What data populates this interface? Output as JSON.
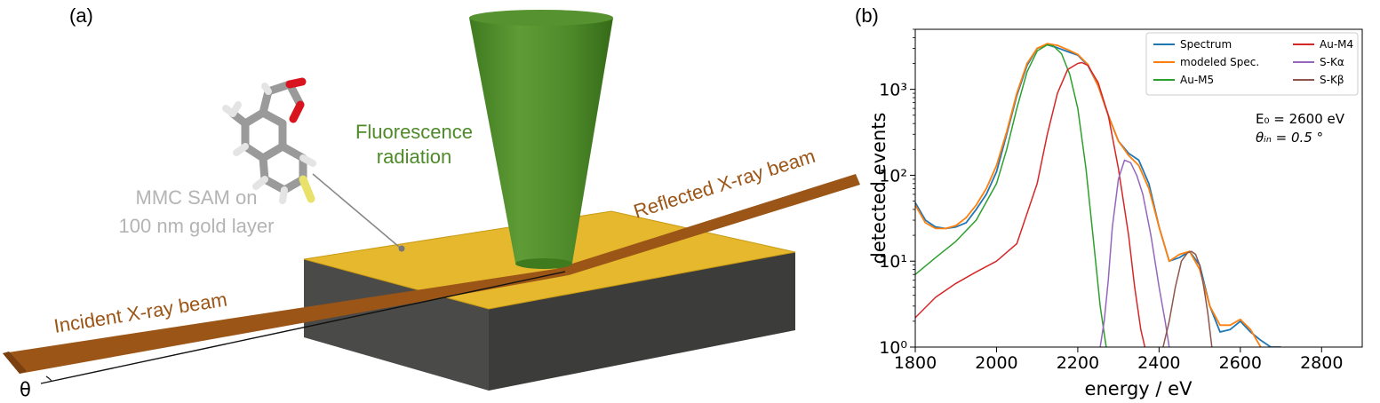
{
  "panel_a": {
    "label": "(a)",
    "fluorescence_line1": "Fluorescence",
    "fluorescence_line2": "radiation",
    "sample_line1": "MMC SAM on",
    "sample_line2": "100 nm gold layer",
    "reflected_beam": "Reflected X-ray beam",
    "incident_beam": "Incident X-ray beam",
    "angle_symbol": "θ",
    "colors": {
      "cone": "#4e8a2a",
      "beam": "#9b5516",
      "gold": "#e6b82e",
      "block": "#4a4a48"
    }
  },
  "panel_b": {
    "label": "(b)",
    "annotation_line1": "E₀ = 2600 eV",
    "annotation_line2": "θᵢₙ = 0.5 °"
  },
  "chart_data": {
    "type": "line",
    "xlabel": "energy / eV",
    "ylabel": "detected events",
    "xlim": [
      1800,
      2900
    ],
    "ylim": [
      1,
      5000
    ],
    "yscale": "log",
    "xticks": [
      1800,
      2000,
      2200,
      2400,
      2600,
      2800
    ],
    "xtick_labels": [
      "1800",
      "2000",
      "2200",
      "2400",
      "2600",
      "2800"
    ],
    "yticks": [
      1,
      10,
      100,
      1000
    ],
    "ytick_labels": [
      "10⁰",
      "10¹",
      "10²",
      "10³"
    ],
    "legend_position": "top-right",
    "series": [
      {
        "name": "Spectrum",
        "color": "#1f77b4",
        "x": [
          1800,
          1825,
          1850,
          1875,
          1900,
          1925,
          1950,
          1975,
          2000,
          2025,
          2050,
          2075,
          2100,
          2125,
          2150,
          2175,
          2200,
          2225,
          2250,
          2275,
          2300,
          2325,
          2350,
          2375,
          2400,
          2425,
          2450,
          2475,
          2500,
          2525,
          2550,
          2575,
          2600,
          2625,
          2650,
          2675,
          2700
        ],
        "y": [
          48,
          30,
          25,
          24,
          25,
          28,
          40,
          60,
          110,
          300,
          850,
          1900,
          3000,
          3300,
          3050,
          2750,
          2500,
          1900,
          1100,
          500,
          250,
          180,
          150,
          80,
          25,
          10,
          11,
          13,
          9,
          3,
          1.5,
          1.6,
          2,
          1.5,
          1.2,
          1,
          1
        ]
      },
      {
        "name": "modeled Spec.",
        "color": "#ff7f0e",
        "x": [
          1800,
          1825,
          1850,
          1875,
          1900,
          1925,
          1950,
          1975,
          2000,
          2025,
          2050,
          2075,
          2100,
          2125,
          2150,
          2175,
          2200,
          2225,
          2250,
          2275,
          2300,
          2325,
          2350,
          2375,
          2400,
          2425,
          2450,
          2475,
          2500,
          2525,
          2550,
          2575,
          2600,
          2625,
          2650
        ],
        "y": [
          45,
          28,
          24,
          24,
          26,
          32,
          45,
          70,
          130,
          320,
          900,
          2000,
          3000,
          3400,
          3250,
          2900,
          2550,
          1950,
          1100,
          500,
          250,
          170,
          130,
          70,
          25,
          10,
          12,
          13,
          8,
          3,
          1.8,
          1.8,
          2.1,
          1.6,
          1
        ]
      },
      {
        "name": "Au-M5",
        "color": "#2ca02c",
        "x": [
          1800,
          1850,
          1900,
          1950,
          2000,
          2025,
          2050,
          2075,
          2100,
          2125,
          2140,
          2160,
          2180,
          2200,
          2220,
          2240,
          2255,
          2270
        ],
        "y": [
          7,
          11,
          17,
          30,
          80,
          200,
          600,
          1600,
          2800,
          3300,
          3200,
          2600,
          1500,
          600,
          120,
          15,
          3,
          1
        ]
      },
      {
        "name": "Au-M4",
        "color": "#d62728",
        "x": [
          1800,
          1850,
          1900,
          1950,
          2000,
          2050,
          2100,
          2125,
          2150,
          2175,
          2200,
          2210,
          2225,
          2250,
          2275,
          2300,
          2325,
          2340,
          2355,
          2365
        ],
        "y": [
          2.2,
          3.8,
          5.5,
          7.5,
          10,
          16,
          80,
          300,
          900,
          1700,
          2000,
          2050,
          1900,
          1200,
          500,
          120,
          20,
          5,
          1.6,
          1
        ]
      },
      {
        "name": "S-Kα",
        "color": "#9467bd",
        "x": [
          2255,
          2265,
          2275,
          2285,
          2300,
          2315,
          2330,
          2345,
          2360,
          2380,
          2400,
          2415,
          2425
        ],
        "y": [
          1,
          2,
          6,
          25,
          90,
          150,
          140,
          100,
          60,
          20,
          5,
          2,
          1
        ]
      },
      {
        "name": "S-Kβ",
        "color": "#8c564b",
        "x": [
          2410,
          2425,
          2440,
          2455,
          2470,
          2480,
          2490,
          2500,
          2510,
          2520,
          2530
        ],
        "y": [
          1,
          2,
          5,
          10,
          12.5,
          13,
          12,
          9,
          5,
          2.5,
          1
        ]
      }
    ]
  }
}
